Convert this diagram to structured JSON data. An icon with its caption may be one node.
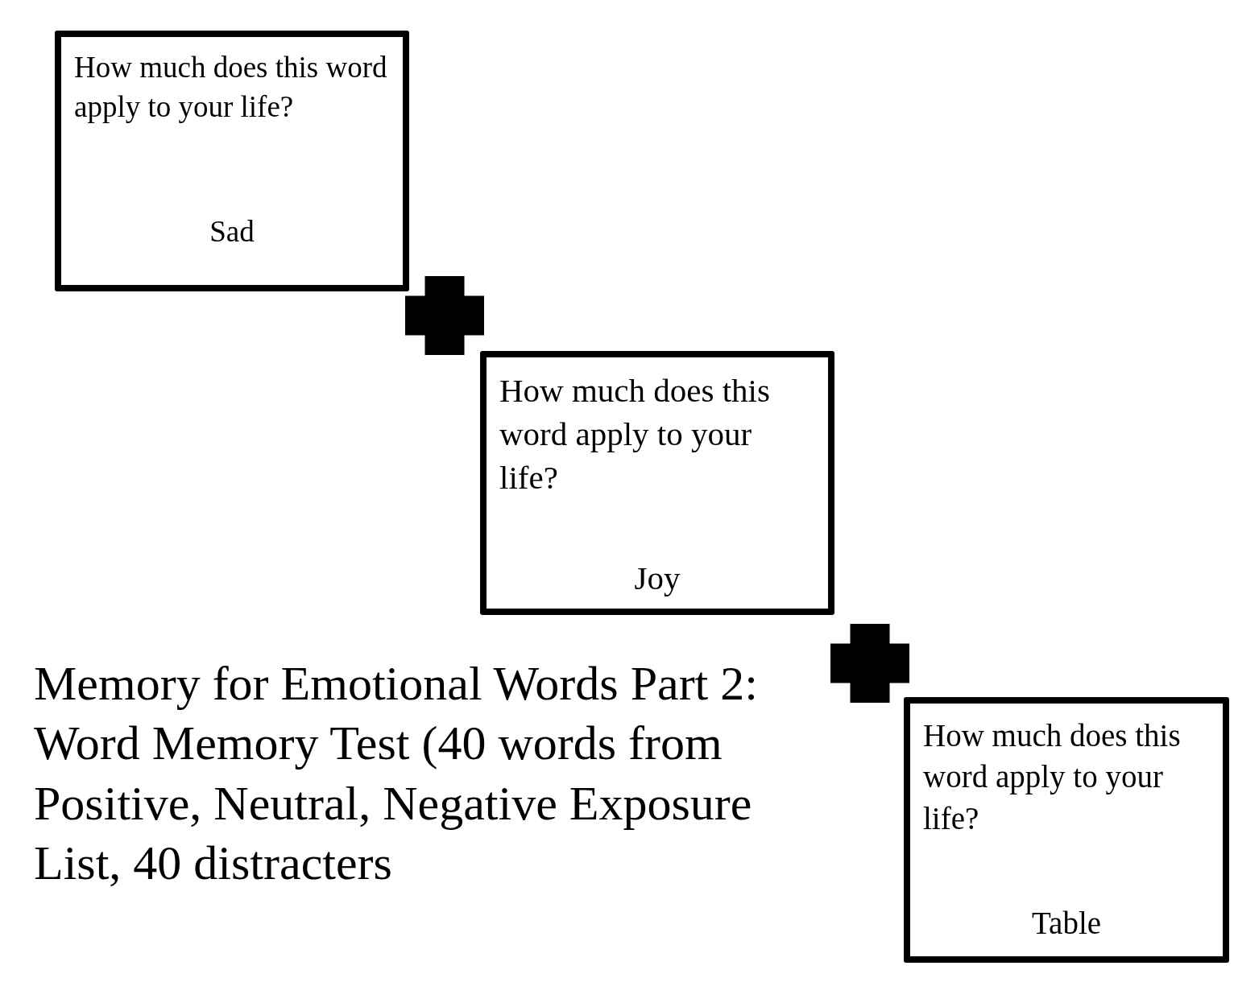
{
  "diagram": {
    "title": "Memory for Emotional Words Part 2: Word Memory Test (40 words from Positive, Neutral, Negative Exposure List, 40 distracters",
    "nodes": [
      {
        "text": [
          "How much does this word apply to your life?",
          "Sad"
        ]
      },
      {
        "text": [],
        "shape": "cross"
      },
      {
        "text": [
          "How much does this word apply to your life?",
          "Joy"
        ]
      },
      {
        "text": [],
        "shape": "cross"
      },
      {
        "text": [
          "How much does this word apply to your life?",
          "Table"
        ]
      }
    ]
  }
}
